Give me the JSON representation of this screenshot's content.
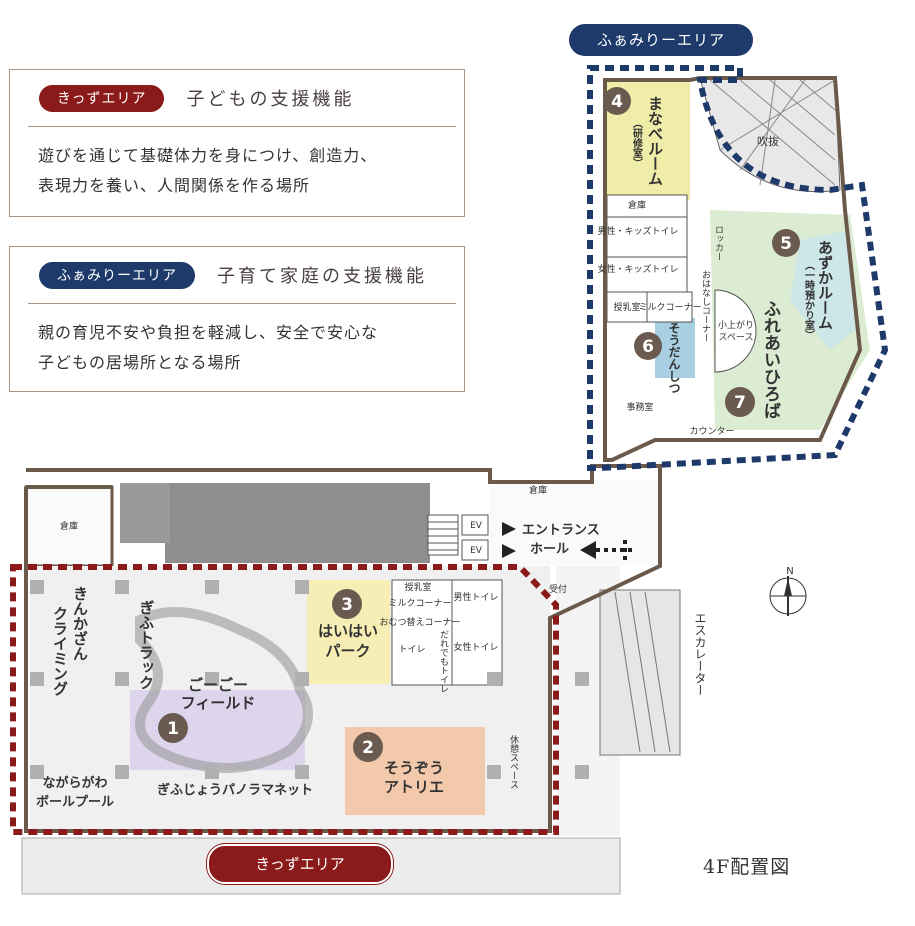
{
  "kids_legend": {
    "badge": "きっずエリア",
    "title": "子どもの支援機能",
    "desc_line1": "遊びを通じて基礎体力を身につけ、創造力、",
    "desc_line2": "表現力を養い、人間関係を作る場所"
  },
  "family_legend": {
    "badge": "ふぁみりーエリア",
    "title": "子育て家庭の支援機能",
    "desc_line1": "親の育児不安や負担を軽減し、安全で安心な",
    "desc_line2": "子どもの居場所となる場所"
  },
  "banners": {
    "family": "ふぁみりーエリア",
    "kids": "きっずエリア"
  },
  "floor_title": "4F配置図",
  "colors": {
    "kids": "#8b1a1a",
    "family": "#1e3a6b",
    "wall": "#6b5a4a",
    "zone1": "#d9d2ea",
    "zone2": "#f3c9ac",
    "zone3": "#f6eeb4",
    "zone4": "#f0eda8",
    "zone5": "#cde6e8",
    "zone7": "#dcecd2"
  },
  "zones": [
    {
      "num": "1",
      "name": "ごーごー",
      "name2": "フィールド"
    },
    {
      "num": "2",
      "name": "そうぞう",
      "name2": "アトリエ"
    },
    {
      "num": "3",
      "name": "はいはい",
      "name2": "パーク"
    },
    {
      "num": "4",
      "name": "まなべルーム",
      "name2": "（研修室）"
    },
    {
      "num": "5",
      "name": "あずかルーム",
      "name2": "（一時預かり室）"
    },
    {
      "num": "6",
      "name": "そうだんしつ"
    },
    {
      "num": "7",
      "name": "ふれあいひろば"
    }
  ],
  "rooms": {
    "kinkazan": "きんかざん",
    "climbing": "クライミング",
    "gifu_track": "ぎふトラック",
    "nagaragawa": "ながらがわ",
    "ball_pool": "ボールプール",
    "panorama": "ぎふじょうパノラマネット",
    "storage": "倉庫",
    "storage2": "倉庫",
    "storage3": "倉庫",
    "entrance": "エントランス",
    "hall": "ホール",
    "reception": "受付",
    "escalator": "エスカレーター",
    "rest": "休憩スペース",
    "nursing": "授乳室",
    "milk": "ミルクコーナー",
    "diaper": "おむつ替えコーナー",
    "toilet": "トイレ",
    "male_toilet": "男性トイレ",
    "female_toilet": "女性トイレ",
    "everyone_toilet": "だれでもトイレ",
    "male_kids_toilet": "男性・キッズトイレ",
    "female_kids_toilet": "女性・キッズトイレ",
    "nursing2": "授乳室",
    "milk2": "ミルクコーナー",
    "office": "事務室",
    "counter": "カウンター",
    "stage": "小上がり",
    "stage2": "スペース",
    "atrium": "吹抜",
    "book_corner": "おはなしコーナー",
    "locker": "ロッカー",
    "ev": "EV",
    "compass": "N"
  }
}
